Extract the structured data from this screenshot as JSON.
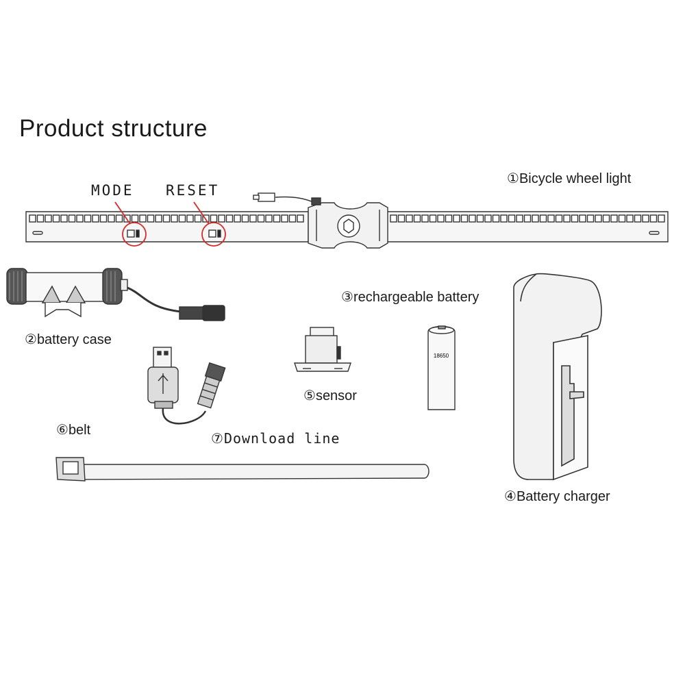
{
  "title": "Product structure",
  "buttons": {
    "mode": "MODE",
    "reset": "RESET"
  },
  "components": [
    {
      "num": "①",
      "name": "Bicycle wheel light"
    },
    {
      "num": "②",
      "name": "battery case"
    },
    {
      "num": "③",
      "name": "rechargeable battery"
    },
    {
      "num": "④",
      "name": "Battery charger"
    },
    {
      "num": "⑤",
      "name": "sensor"
    },
    {
      "num": "⑥",
      "name": "belt"
    },
    {
      "num": "⑦",
      "name": "Download line"
    }
  ],
  "battery_marking": "18650",
  "colors": {
    "line": "#333333",
    "fill": "#f4f4f4",
    "callout": "#d42a2a"
  }
}
